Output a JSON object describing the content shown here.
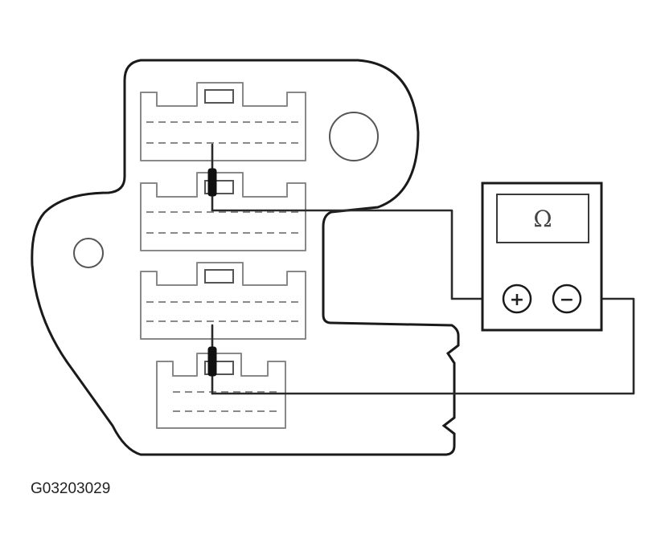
{
  "figure": {
    "id": "G03203029"
  },
  "meter": {
    "display_symbol": "Ω",
    "positive_symbol": "+",
    "negative_symbol": "−"
  },
  "connectors": {
    "count": 4,
    "probed": [
      "connector-2",
      "connector-4"
    ]
  },
  "icons": {
    "meter": "ohmmeter-icon",
    "probe": "test-probe-icon"
  },
  "colors": {
    "line": "#2a2a2a",
    "connector": "#888888",
    "background": "#ffffff"
  }
}
